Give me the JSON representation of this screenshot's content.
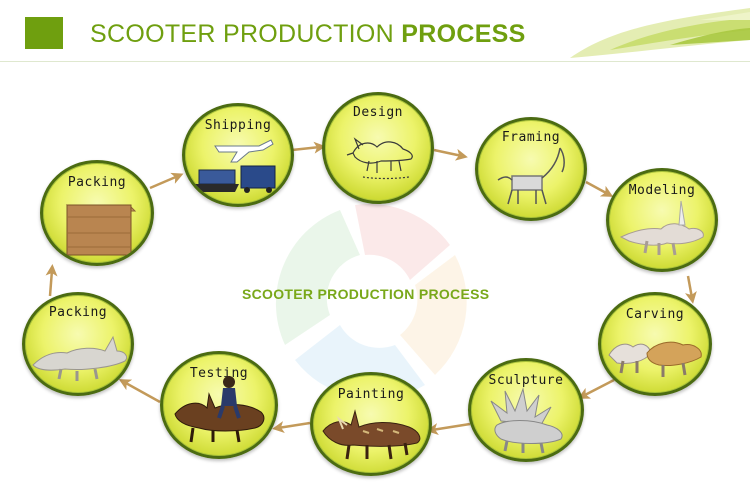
{
  "header": {
    "title_regular": "SCOOTER PRODUCTION ",
    "title_bold": "PROCESS"
  },
  "center_label": "SCOOTER PRODUCTION PROCESS",
  "steps": [
    {
      "label": "Design",
      "icon": "dinosaur-sketch-icon"
    },
    {
      "label": "Framing",
      "icon": "metal-frame-icon"
    },
    {
      "label": "Modeling",
      "icon": "foam-model-icon"
    },
    {
      "label": "Carving",
      "icon": "carved-dinosaur-icon"
    },
    {
      "label": "Sculpture",
      "icon": "sculpture-icon"
    },
    {
      "label": "Painting",
      "icon": "painted-dinosaur-icon"
    },
    {
      "label": "Testing",
      "icon": "rider-testing-icon"
    },
    {
      "label": "Packing",
      "icon": "wrapped-dinosaur-icon"
    },
    {
      "label": "Packing",
      "icon": "wooden-crate-icon"
    },
    {
      "label": "Shipping",
      "icon": "plane-ship-truck-icon"
    }
  ],
  "colors": {
    "brand_green": "#6f9f0f",
    "circle_fill": "#ecf36a",
    "circle_border": "#4b6b12",
    "arrow": "#c39a5a"
  }
}
